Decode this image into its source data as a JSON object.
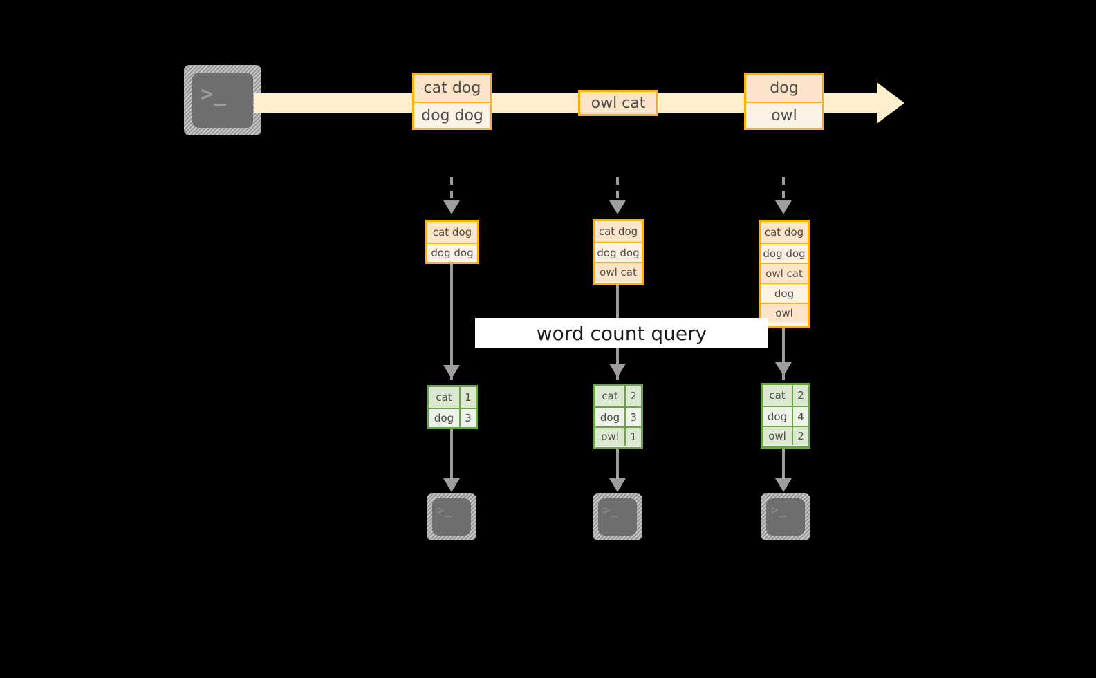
{
  "diagram": {
    "title": "word count query stream diagram",
    "colors": {
      "background": "#000000",
      "stream_fill": "#fdeece",
      "record_border": "#ffb000",
      "record_fill_dark": "#fce4c8",
      "record_fill_light": "#fdf2e4",
      "table_border": "#6aa744",
      "table_fill_dark": "#dde8d0",
      "table_fill_light": "#eef3e9",
      "arrow_gray": "#9e9e9e",
      "terminal_face": "#6e6e6e",
      "band_fill": "#ffffff"
    },
    "label_band": {
      "text": "word count query"
    },
    "source_terminal": {
      "icon": "terminal-icon",
      "prompt": ">_"
    },
    "stream": {
      "icon": "right-arrow-icon",
      "records": [
        {
          "lines": [
            "cat dog",
            "dog dog"
          ]
        },
        {
          "lines": [
            "owl cat"
          ]
        },
        {
          "lines": [
            "dog",
            "owl"
          ]
        }
      ]
    },
    "stages": [
      {
        "name": "stage-1",
        "input_records": [
          "cat dog",
          "dog dog"
        ],
        "counts": [
          {
            "word": "cat",
            "count": "1"
          },
          {
            "word": "dog",
            "count": "3"
          }
        ],
        "sink_terminal": {
          "icon": "terminal-icon",
          "prompt": ">_"
        }
      },
      {
        "name": "stage-2",
        "input_records": [
          "cat dog",
          "dog dog",
          "owl cat"
        ],
        "counts": [
          {
            "word": "cat",
            "count": "2"
          },
          {
            "word": "dog",
            "count": "3"
          },
          {
            "word": "owl",
            "count": "1"
          }
        ],
        "sink_terminal": {
          "icon": "terminal-icon",
          "prompt": ">_"
        }
      },
      {
        "name": "stage-3",
        "input_records": [
          "cat dog",
          "dog dog",
          "owl cat",
          "dog",
          "owl"
        ],
        "counts": [
          {
            "word": "cat",
            "count": "2"
          },
          {
            "word": "dog",
            "count": "4"
          },
          {
            "word": "owl",
            "count": "2"
          }
        ],
        "sink_terminal": {
          "icon": "terminal-icon",
          "prompt": ">_"
        }
      }
    ]
  }
}
